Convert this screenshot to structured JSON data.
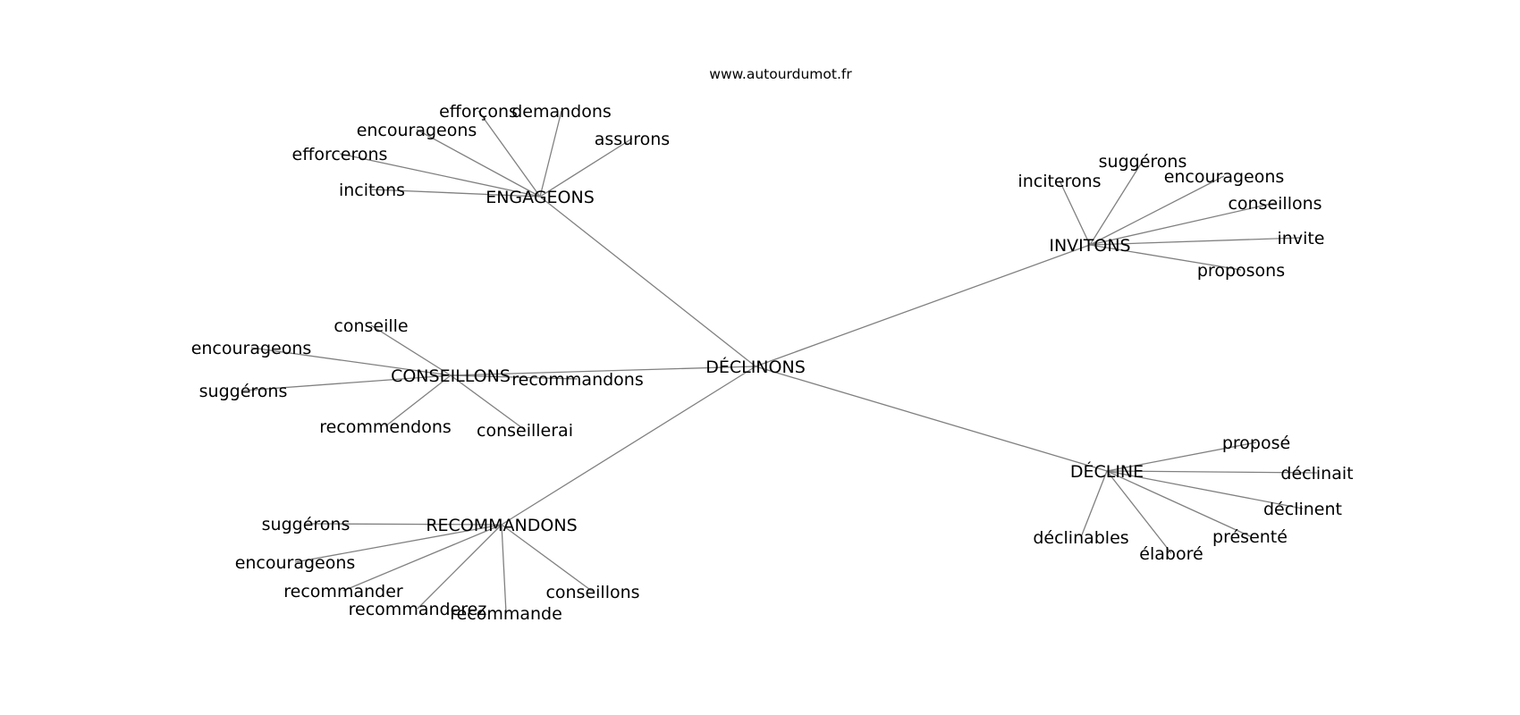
{
  "source": "www.autourdumot.fr",
  "graph": {
    "center": "DÉCLINONS",
    "clusters": [
      {
        "hub": "ENGAGEONS",
        "leaves": [
          "efforçons",
          "demandons",
          "assurons",
          "encourageons",
          "efforcerons",
          "incitons"
        ]
      },
      {
        "hub": "INVITONS",
        "leaves": [
          "suggérons",
          "inciterons",
          "encourageons",
          "conseillons",
          "invite",
          "proposons"
        ]
      },
      {
        "hub": "CONSEILLONS",
        "leaves": [
          "conseille",
          "encourageons",
          "suggérons",
          "recommendons",
          "conseillerai",
          "recommandons"
        ]
      },
      {
        "hub": "DÉCLINE",
        "leaves": [
          "proposé",
          "déclinait",
          "déclinent",
          "présenté",
          "élaboré",
          "déclinables"
        ]
      },
      {
        "hub": "RECOMMANDONS",
        "leaves": [
          "suggérons",
          "encourageons",
          "recommander",
          "recommanderez",
          "recommande",
          "conseillons"
        ]
      }
    ]
  }
}
